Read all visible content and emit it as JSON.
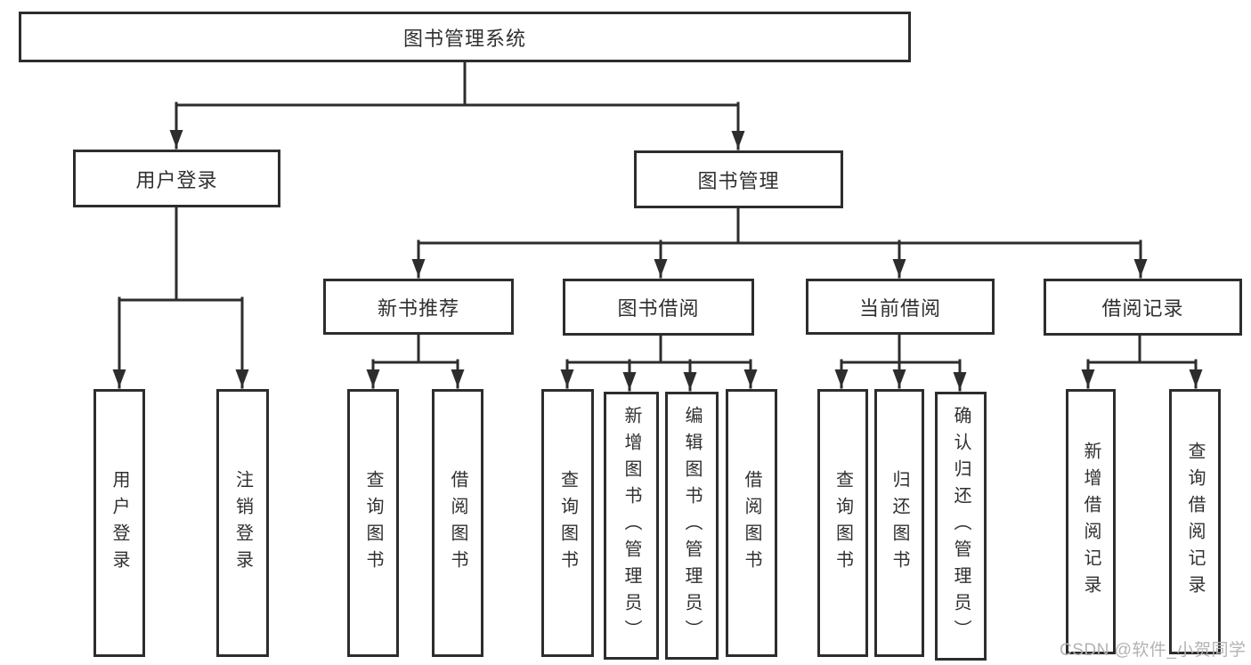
{
  "tree": {
    "root": {
      "label": "图书管理系统"
    },
    "left": {
      "label": "用户登录",
      "children": [
        {
          "label": "用户登录"
        },
        {
          "label": "注销登录"
        }
      ]
    },
    "right": {
      "label": "图书管理",
      "groups": [
        {
          "label": "新书推荐",
          "children": [
            {
              "label": "查询图书"
            },
            {
              "label": "借阅图书"
            }
          ]
        },
        {
          "label": "图书借阅",
          "children": [
            {
              "label": "查询图书"
            },
            {
              "label": "新增图书（管理员）"
            },
            {
              "label": "编辑图书（管理员）"
            },
            {
              "label": "借阅图书"
            }
          ]
        },
        {
          "label": "当前借阅",
          "children": [
            {
              "label": "查询图书"
            },
            {
              "label": "归还图书"
            },
            {
              "label": "确认归还（管理员）"
            }
          ]
        },
        {
          "label": "借阅记录",
          "children": [
            {
              "label": "新增借阅记录"
            },
            {
              "label": "查询借阅记录"
            }
          ]
        }
      ]
    }
  },
  "watermark": {
    "text": "CSDN @软件_小贺同学"
  },
  "colors": {
    "line": "#2d2d2d",
    "text": "#303030",
    "watermark": "#b3b3b3",
    "background": "#ffffff"
  }
}
